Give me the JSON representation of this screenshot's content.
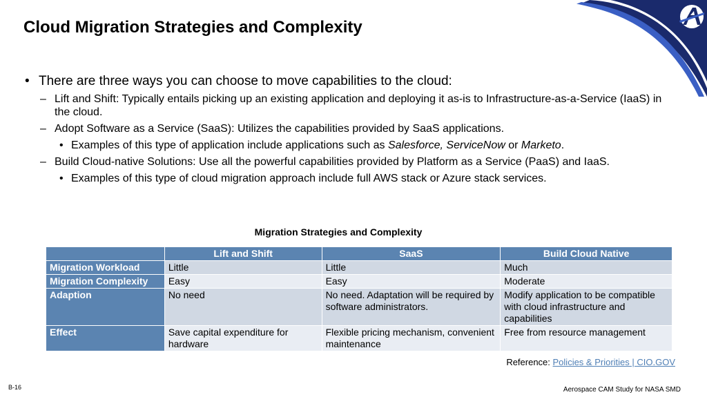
{
  "slide": {
    "title": "Cloud Migration Strategies and Complexity",
    "bullets": {
      "main": "There are three ways you can choose to move capabilities to the cloud:",
      "lift": "Lift and Shift: Typically entails picking up an existing application and deploying it as-is to Infrastructure-as-a-Service (IaaS) in the cloud.",
      "saas": "Adopt Software as a Service (SaaS): Utilizes the capabilities provided by SaaS applications.",
      "saas_sub_prefix": "Examples of this type of application include applications such as ",
      "saas_sub_italic": "Salesforce, ServiceNow",
      "saas_sub_mid": " or ",
      "saas_sub_italic2": "Marketo",
      "saas_sub_end": ".",
      "native": "Build Cloud-native Solutions: Use all the powerful capabilities provided by Platform as a Service (PaaS) and IaaS.",
      "native_sub": "Examples of this type of cloud migration approach include full AWS stack or Azure stack services."
    },
    "bullet_marks": {
      "level1": "•",
      "level2": "–",
      "level3": "•"
    }
  },
  "table": {
    "caption": "Migration Strategies and Complexity",
    "headers": [
      "",
      "Lift and Shift",
      "SaaS",
      "Build Cloud Native"
    ],
    "rows": [
      {
        "label": "Migration Workload",
        "cells": [
          "Little",
          "Little",
          "Much"
        ]
      },
      {
        "label": "Migration Complexity",
        "cells": [
          "Easy",
          "Easy",
          "Moderate"
        ]
      },
      {
        "label": "Adaption",
        "cells": [
          "No need",
          "No need. Adaptation will be required by software administrators.",
          "Modify application to be compatible with cloud infrastructure and capabilities"
        ]
      },
      {
        "label": "Effect",
        "cells": [
          "Save capital expenditure for hardware",
          "Flexible pricing mechanism, convenient maintenance",
          "Free from resource management"
        ]
      }
    ]
  },
  "reference": {
    "prefix": "Reference: ",
    "link_text": "Policies & Priorities | CIO.GOV"
  },
  "footer": {
    "page_number": "B-16",
    "study": "Aerospace CAM Study for NASA SMD"
  },
  "colors": {
    "header_blue": "#5b84b1",
    "row_odd": "#d0d8e3",
    "row_even": "#e9edf3",
    "logo_navy": "#1a2a6c",
    "link": "#4f7fb5"
  }
}
